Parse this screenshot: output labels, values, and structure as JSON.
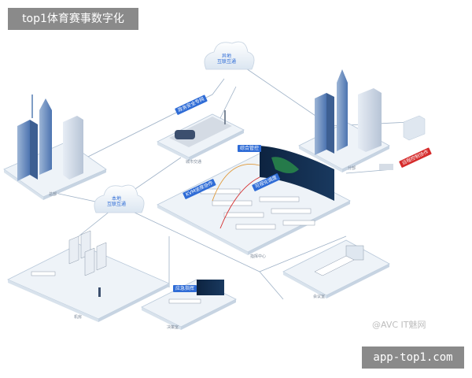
{
  "header": {
    "title": "top1体育赛事数字化"
  },
  "footer": {
    "site": "app-top1.com"
  },
  "watermark": {
    "text": "@AVC IT魅网"
  },
  "clouds": {
    "top": [
      "异地",
      "互联互通"
    ],
    "left": [
      "本地",
      "互联互通"
    ]
  },
  "tags": {
    "gov_security": "政务安全专网",
    "city_monitor": "综合管控",
    "kvm_collab": "KVM坐席协作",
    "visual_dispatch": "可视化调度",
    "remote_control": "远程控制协作",
    "emergency": "应急指挥"
  },
  "slab_labels": {
    "hq": "总部",
    "branch": "分部",
    "traffic": "城市交通",
    "command_center": "指挥中心",
    "data_room": "机房",
    "decision_room": "决策室",
    "meeting_room": "会议室"
  },
  "colors": {
    "slab_top": "#eef3f8",
    "slab_edge": "#b9c9da",
    "line": "#9fb2c7",
    "accent_blue": "#2f6cd6",
    "accent_red": "#d52b2b",
    "badge_gray": "#8a8a8a"
  }
}
